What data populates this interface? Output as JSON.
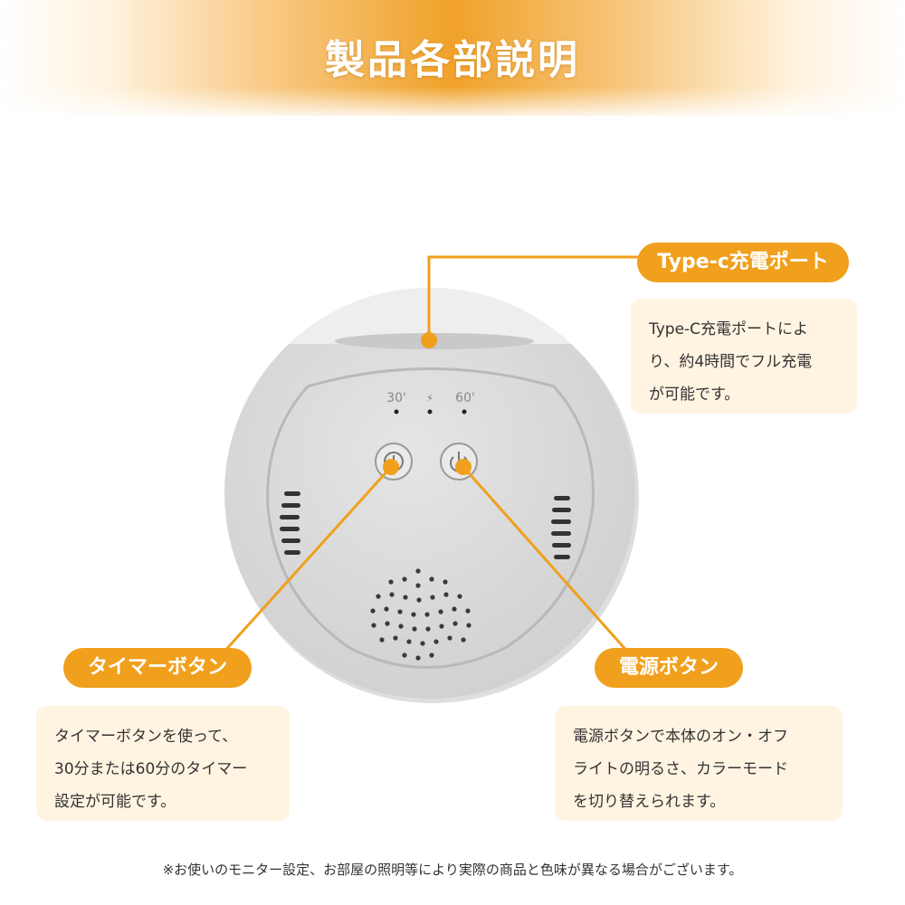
{
  "header": {
    "title": "製品各部説明"
  },
  "device": {
    "indicator_labels": [
      "30'",
      "⚡",
      "60'"
    ]
  },
  "callouts": {
    "type_c_port": {
      "label": "Type-c充電ポート",
      "description_lines": [
        "Type-C充電ポートによ",
        "り、約4時間でフル充電",
        "が可能です。"
      ]
    },
    "timer_button": {
      "label": "タイマーボタン",
      "description_lines": [
        "タイマーボタンを使って、",
        "30分または60分のタイマー",
        "設定が可能です。"
      ]
    },
    "power_button": {
      "label": "電源ボタン",
      "description_lines": [
        "電源ボタンで本体のオン・オフ",
        "ライトの明るさ、カラーモード",
        "を切り替えられます。"
      ]
    }
  },
  "footnote": "※お使いのモニター設定、お部屋の照明等により実際の商品と色味が異なる場合がございます。",
  "colors": {
    "accent": "#f0a01c",
    "description_bg": "#fff4e2",
    "device_body": "#d9dad9"
  }
}
